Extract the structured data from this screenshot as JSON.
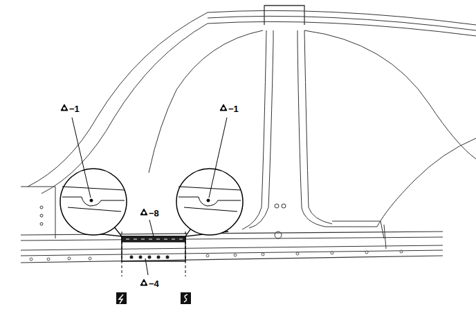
{
  "diagram": {
    "labels": [
      "−1",
      "−1",
      "−8",
      "−4"
    ]
  }
}
